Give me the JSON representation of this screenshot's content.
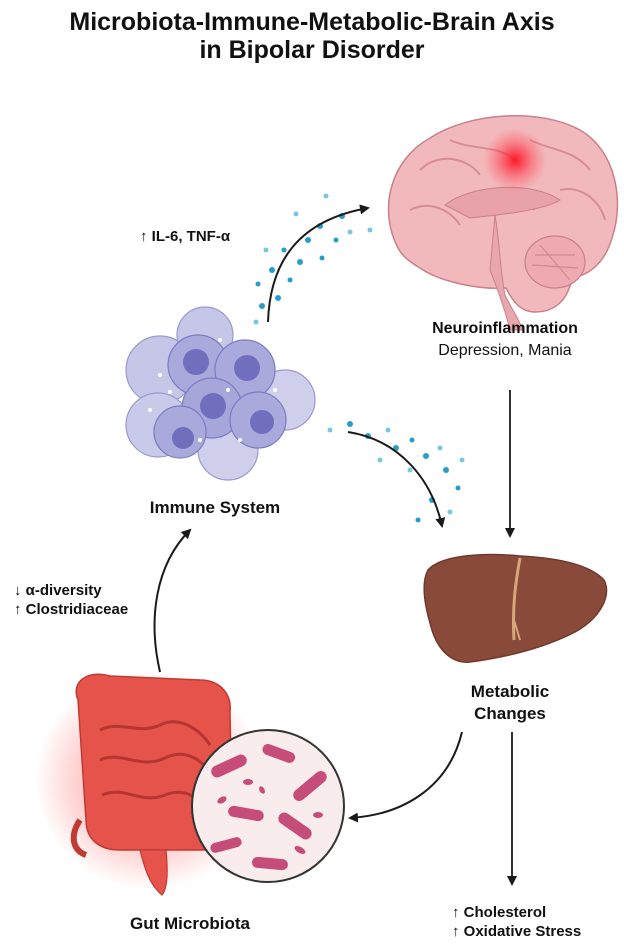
{
  "title": {
    "line1": "Microbiota-Immune-Metabolic-Brain Axis",
    "line2": "in Bipolar Disorder"
  },
  "nodes": {
    "brain": {
      "label": "Neuroinflammation",
      "sublabel": "Depression, Mania"
    },
    "immune": {
      "label": "Immune System"
    },
    "metabolic": {
      "label_line1": "Metabolic",
      "label_line2": "Changes"
    },
    "gut": {
      "label": "Gut Microbiota"
    }
  },
  "annotations": {
    "cytokines": "↑ IL-6, TNF-α",
    "diversity": "↓ α-diversity",
    "clostridiaceae": "↑ Clostridiaceae",
    "cholesterol": "↑ Cholesterol",
    "oxidative": "↑ Oxidative Stress"
  },
  "colors": {
    "brain": "#f2b9bd",
    "inflammation": "#e8202a",
    "immune": "#a9a9dc",
    "cell_nucleus": "#6f6fbe",
    "liver": "#8a4a3a",
    "gut": "#e5534b",
    "bacteria": "#c64d7a",
    "cytokine": "#2a9cc8",
    "arrow": "#1a1a1a"
  }
}
